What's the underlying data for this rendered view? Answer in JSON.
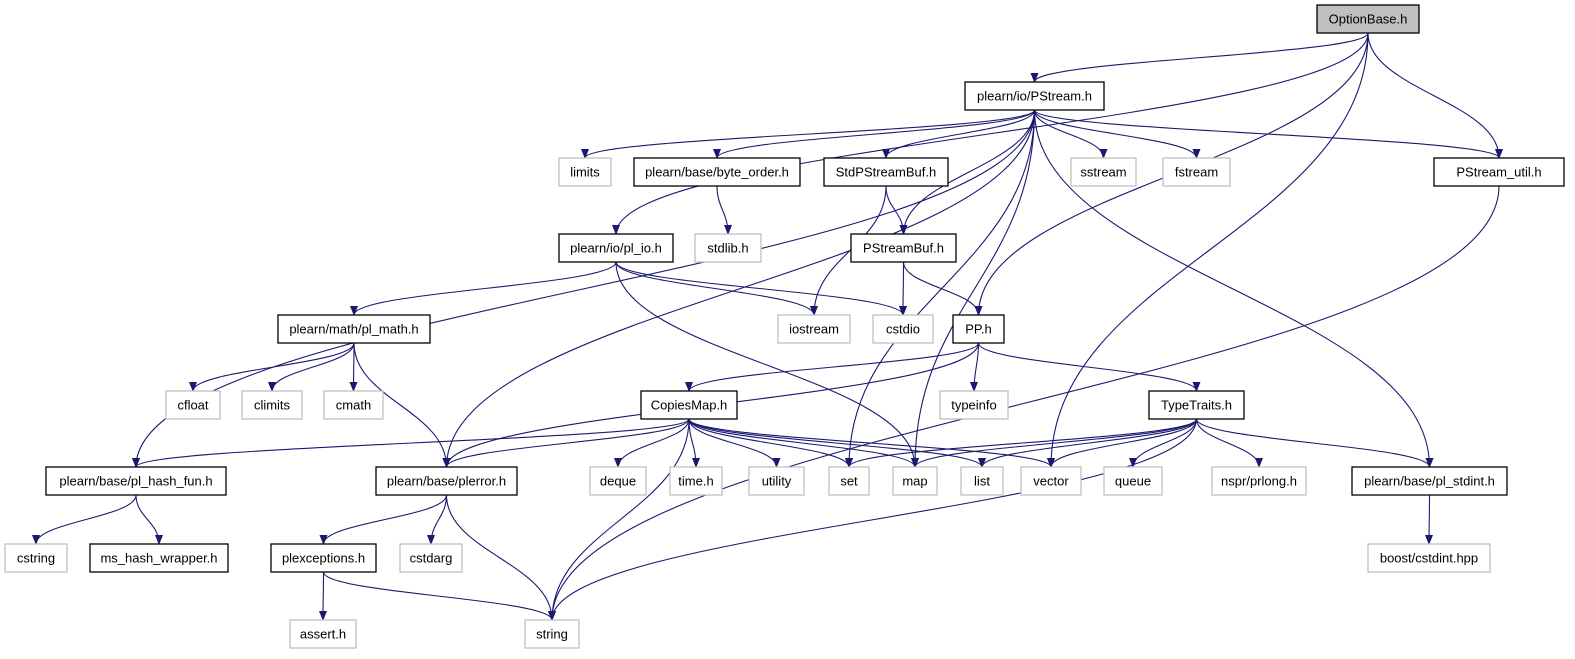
{
  "colors": {
    "edge": "#191970",
    "local_border": "#000000",
    "system_border": "#bfbfbf",
    "root_fill": "#bfbfbf",
    "node_fill": "#ffffff"
  },
  "nodes": [
    {
      "id": "optionbase",
      "label": "OptionBase.h",
      "kind": "root"
    },
    {
      "id": "pstream",
      "label": "plearn/io/PStream.h",
      "kind": "local"
    },
    {
      "id": "limits",
      "label": "limits",
      "kind": "system"
    },
    {
      "id": "byte_order",
      "label": "plearn/base/byte_order.h",
      "kind": "local"
    },
    {
      "id": "stdpstreambuf",
      "label": "StdPStreamBuf.h",
      "kind": "local"
    },
    {
      "id": "sstream",
      "label": "sstream",
      "kind": "system"
    },
    {
      "id": "fstream",
      "label": "fstream",
      "kind": "system"
    },
    {
      "id": "pstream_util",
      "label": "PStream_util.h",
      "kind": "local"
    },
    {
      "id": "stdlib",
      "label": "stdlib.h",
      "kind": "system"
    },
    {
      "id": "pl_io",
      "label": "plearn/io/pl_io.h",
      "kind": "local"
    },
    {
      "id": "pstreambuf",
      "label": "PStreamBuf.h",
      "kind": "local"
    },
    {
      "id": "pl_math",
      "label": "plearn/math/pl_math.h",
      "kind": "local"
    },
    {
      "id": "iostream",
      "label": "iostream",
      "kind": "system"
    },
    {
      "id": "cstdio",
      "label": "cstdio",
      "kind": "system"
    },
    {
      "id": "pp",
      "label": "PP.h",
      "kind": "local"
    },
    {
      "id": "cfloat",
      "label": "cfloat",
      "kind": "system"
    },
    {
      "id": "climits",
      "label": "climits",
      "kind": "system"
    },
    {
      "id": "cmath",
      "label": "cmath",
      "kind": "system"
    },
    {
      "id": "typeinfo",
      "label": "typeinfo",
      "kind": "system"
    },
    {
      "id": "copiesmap",
      "label": "CopiesMap.h",
      "kind": "local"
    },
    {
      "id": "typetraits",
      "label": "TypeTraits.h",
      "kind": "local"
    },
    {
      "id": "pl_hash_fun",
      "label": "plearn/base/pl_hash_fun.h",
      "kind": "local"
    },
    {
      "id": "plerror",
      "label": "plearn/base/plerror.h",
      "kind": "local"
    },
    {
      "id": "deque",
      "label": "deque",
      "kind": "system"
    },
    {
      "id": "time",
      "label": "time.h",
      "kind": "system"
    },
    {
      "id": "utility",
      "label": "utility",
      "kind": "system"
    },
    {
      "id": "set",
      "label": "set",
      "kind": "system"
    },
    {
      "id": "map",
      "label": "map",
      "kind": "system"
    },
    {
      "id": "list",
      "label": "list",
      "kind": "system"
    },
    {
      "id": "vector",
      "label": "vector",
      "kind": "system"
    },
    {
      "id": "queue",
      "label": "queue",
      "kind": "system"
    },
    {
      "id": "prlong",
      "label": "nspr/prlong.h",
      "kind": "system"
    },
    {
      "id": "pl_stdint",
      "label": "plearn/base/pl_stdint.h",
      "kind": "local"
    },
    {
      "id": "cstring",
      "label": "cstring",
      "kind": "system"
    },
    {
      "id": "ms_hash",
      "label": "ms_hash_wrapper.h",
      "kind": "local"
    },
    {
      "id": "plexceptions",
      "label": "plexceptions.h",
      "kind": "local"
    },
    {
      "id": "cstdarg",
      "label": "cstdarg",
      "kind": "system"
    },
    {
      "id": "boost_cstdint",
      "label": "boost/cstdint.hpp",
      "kind": "system"
    },
    {
      "id": "assert",
      "label": "assert.h",
      "kind": "system"
    },
    {
      "id": "string",
      "label": "string",
      "kind": "system"
    }
  ],
  "edges": [
    [
      "optionbase",
      "pstream"
    ],
    [
      "optionbase",
      "pl_io"
    ],
    [
      "optionbase",
      "pp"
    ],
    [
      "optionbase",
      "vector"
    ],
    [
      "optionbase",
      "pstream_util"
    ],
    [
      "pstream",
      "limits"
    ],
    [
      "pstream",
      "byte_order"
    ],
    [
      "pstream",
      "stdpstreambuf"
    ],
    [
      "pstream",
      "sstream"
    ],
    [
      "pstream",
      "fstream"
    ],
    [
      "pstream",
      "pstream_util"
    ],
    [
      "pstream",
      "pl_hash_fun"
    ],
    [
      "pstream",
      "plerror"
    ],
    [
      "pstream",
      "pstreambuf"
    ],
    [
      "pstream",
      "set"
    ],
    [
      "pstream",
      "map"
    ],
    [
      "pstream",
      "pl_stdint"
    ],
    [
      "byte_order",
      "stdlib"
    ],
    [
      "stdpstreambuf",
      "pstreambuf"
    ],
    [
      "stdpstreambuf",
      "iostream"
    ],
    [
      "pstreambuf",
      "cstdio"
    ],
    [
      "pstreambuf",
      "pp"
    ],
    [
      "pstream_util",
      "string"
    ],
    [
      "pl_io",
      "pl_math"
    ],
    [
      "pl_io",
      "iostream"
    ],
    [
      "pl_io",
      "cstdio"
    ],
    [
      "pl_io",
      "map"
    ],
    [
      "pl_math",
      "cfloat"
    ],
    [
      "pl_math",
      "climits"
    ],
    [
      "pl_math",
      "cmath"
    ],
    [
      "pl_math",
      "plerror"
    ],
    [
      "pp",
      "copiesmap"
    ],
    [
      "pp",
      "typeinfo"
    ],
    [
      "pp",
      "typetraits"
    ],
    [
      "pp",
      "plerror"
    ],
    [
      "copiesmap",
      "pl_hash_fun"
    ],
    [
      "copiesmap",
      "plerror"
    ],
    [
      "copiesmap",
      "string"
    ],
    [
      "copiesmap",
      "deque"
    ],
    [
      "copiesmap",
      "time"
    ],
    [
      "copiesmap",
      "utility"
    ],
    [
      "copiesmap",
      "set"
    ],
    [
      "copiesmap",
      "map"
    ],
    [
      "copiesmap",
      "list"
    ],
    [
      "copiesmap",
      "vector"
    ],
    [
      "typetraits",
      "set"
    ],
    [
      "typetraits",
      "map"
    ],
    [
      "typetraits",
      "list"
    ],
    [
      "typetraits",
      "vector"
    ],
    [
      "typetraits",
      "queue"
    ],
    [
      "typetraits",
      "prlong"
    ],
    [
      "typetraits",
      "pl_stdint"
    ],
    [
      "typetraits",
      "string"
    ],
    [
      "pl_hash_fun",
      "cstring"
    ],
    [
      "pl_hash_fun",
      "ms_hash"
    ],
    [
      "plerror",
      "plexceptions"
    ],
    [
      "plerror",
      "cstdarg"
    ],
    [
      "plerror",
      "string"
    ],
    [
      "plexceptions",
      "assert"
    ],
    [
      "plexceptions",
      "string"
    ],
    [
      "pl_stdint",
      "boost_cstdint"
    ]
  ]
}
